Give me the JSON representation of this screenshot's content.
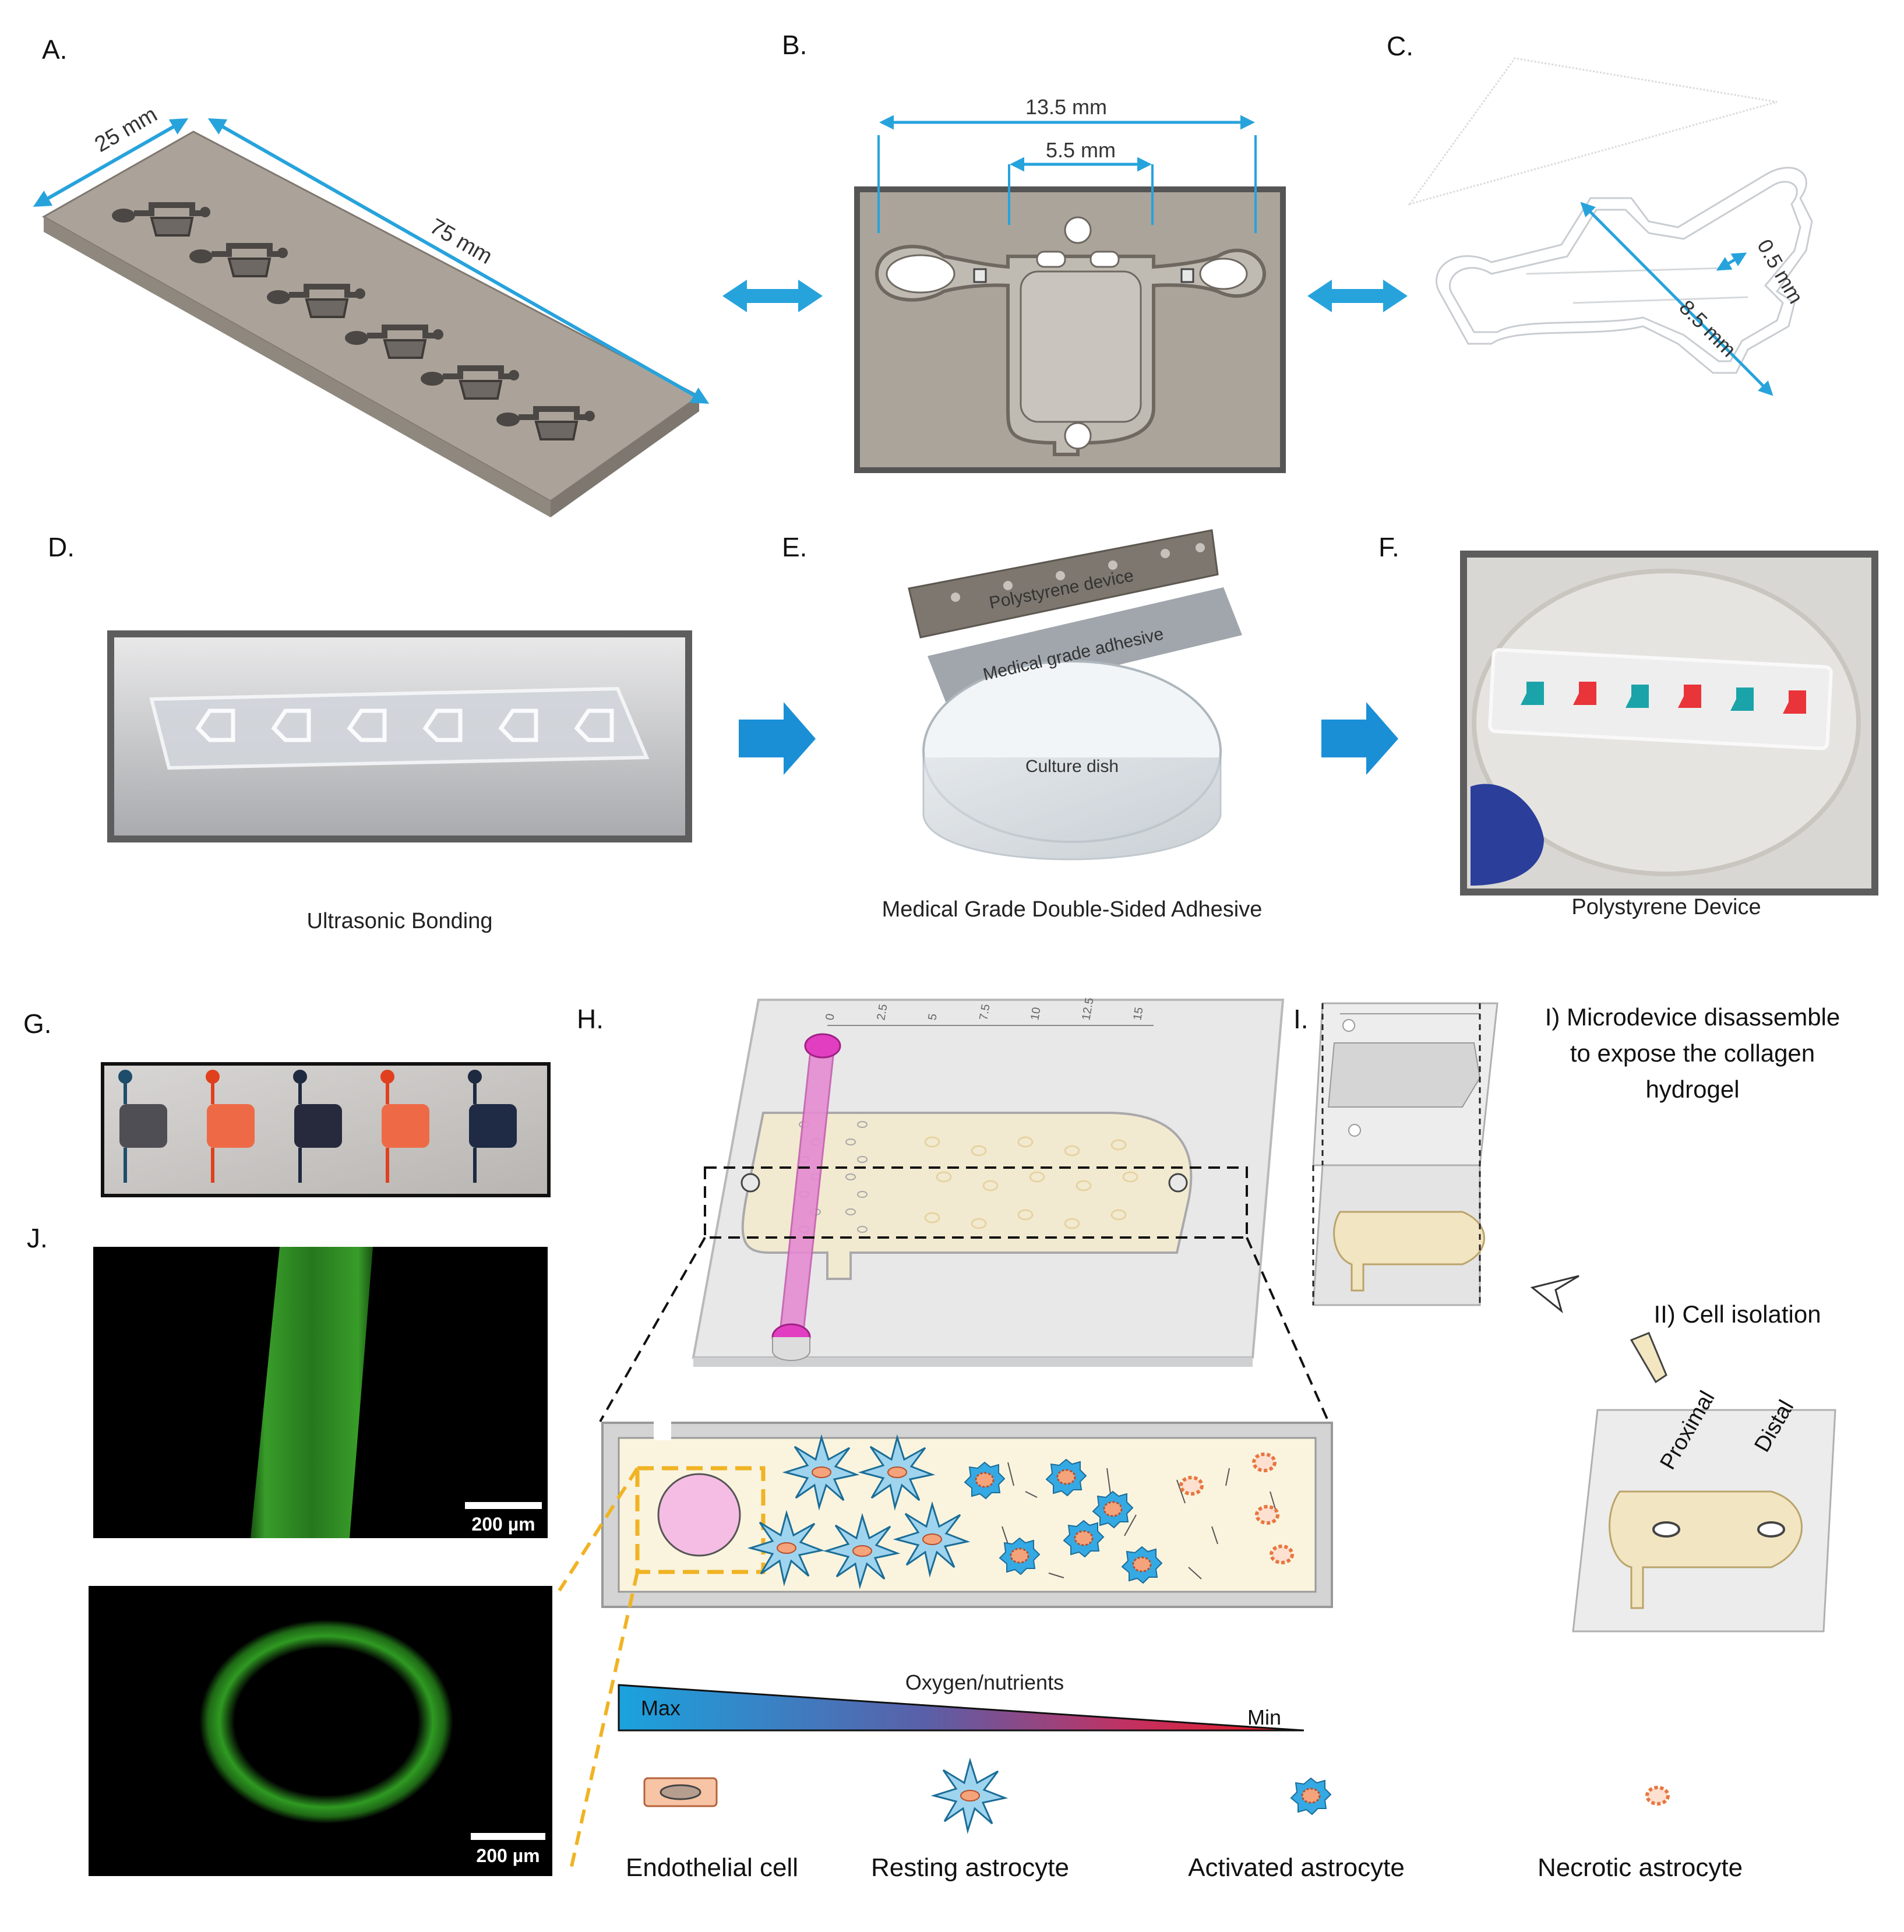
{
  "panel_labels": {
    "a": "A.",
    "b": "B.",
    "c": "C.",
    "d": "D.",
    "e": "E.",
    "f": "F.",
    "g": "G.",
    "h": "H.",
    "i": "I.",
    "j": "J."
  },
  "panel_a": {
    "width": "25 mm",
    "length": "75 mm"
  },
  "panel_b": {
    "outer_width": "13.5 mm",
    "inner_width": "5.5 mm"
  },
  "panel_c": {
    "length": "8.5 mm",
    "depth": "0.5 mm"
  },
  "panel_d": {
    "caption": "Ultrasonic Bonding"
  },
  "panel_e": {
    "layer_device": "Polystyrene device",
    "layer_adhesive": "Medical grade adhesive",
    "layer_dish": "Culture dish",
    "caption": "Medical Grade Double-Sided Adhesive"
  },
  "panel_f": {
    "caption": "Polystyrene Device"
  },
  "panel_h": {
    "ruler_ticks": [
      "0",
      "2.5",
      "5",
      "7.5",
      "10",
      "12.5",
      "15"
    ],
    "gradient_title": "Oxygen/nutrients",
    "gradient_max": "Max",
    "gradient_min": "Min",
    "gradient_colors": {
      "max": "#1aa3de",
      "mid": "#7a3a8a",
      "min": "#e8191d"
    },
    "legend": [
      "Endothelial cell",
      "Resting astrocyte",
      "Activated astrocyte",
      "Necrotic astrocyte"
    ]
  },
  "panel_i": {
    "step1_lines": [
      "I) Microdevice disassemble",
      "to expose the collagen",
      "hydrogel"
    ],
    "step2": "II) Cell isolation",
    "proximal": "Proximal",
    "distal": "Distal"
  },
  "panel_j": {
    "scalebar_top": "200 µm",
    "scalebar_bottom": "200 µm"
  },
  "colors": {
    "arrow_blue": "#27a3dc",
    "gel": "#f6efd5",
    "lumen_pink": "#f4b8df",
    "orange_dash": "#f0b323",
    "fluor_green": "#3db52c"
  }
}
